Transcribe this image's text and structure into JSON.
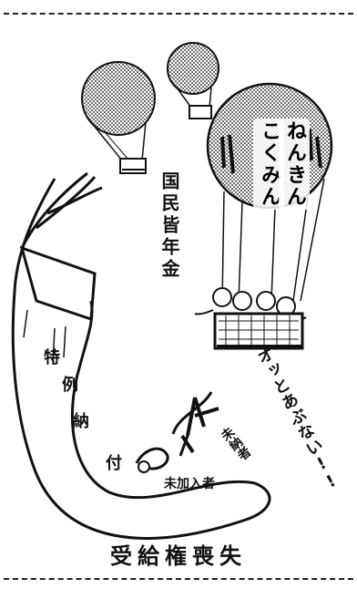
{
  "balloon_text_line1": "こくみん",
  "balloon_text_line2": "ねんきん",
  "pension_label": "国民皆年金",
  "special_payment_chars": [
    "特",
    "例",
    "納",
    "付"
  ],
  "unpaid_label": "未納者",
  "unenrolled_label": "未加入者",
  "exclamation": "オッとあぶない!!",
  "caption": "受給権喪失",
  "colors": {
    "ink": "#111111",
    "paper": "#ffffff",
    "dot": "#555555"
  }
}
